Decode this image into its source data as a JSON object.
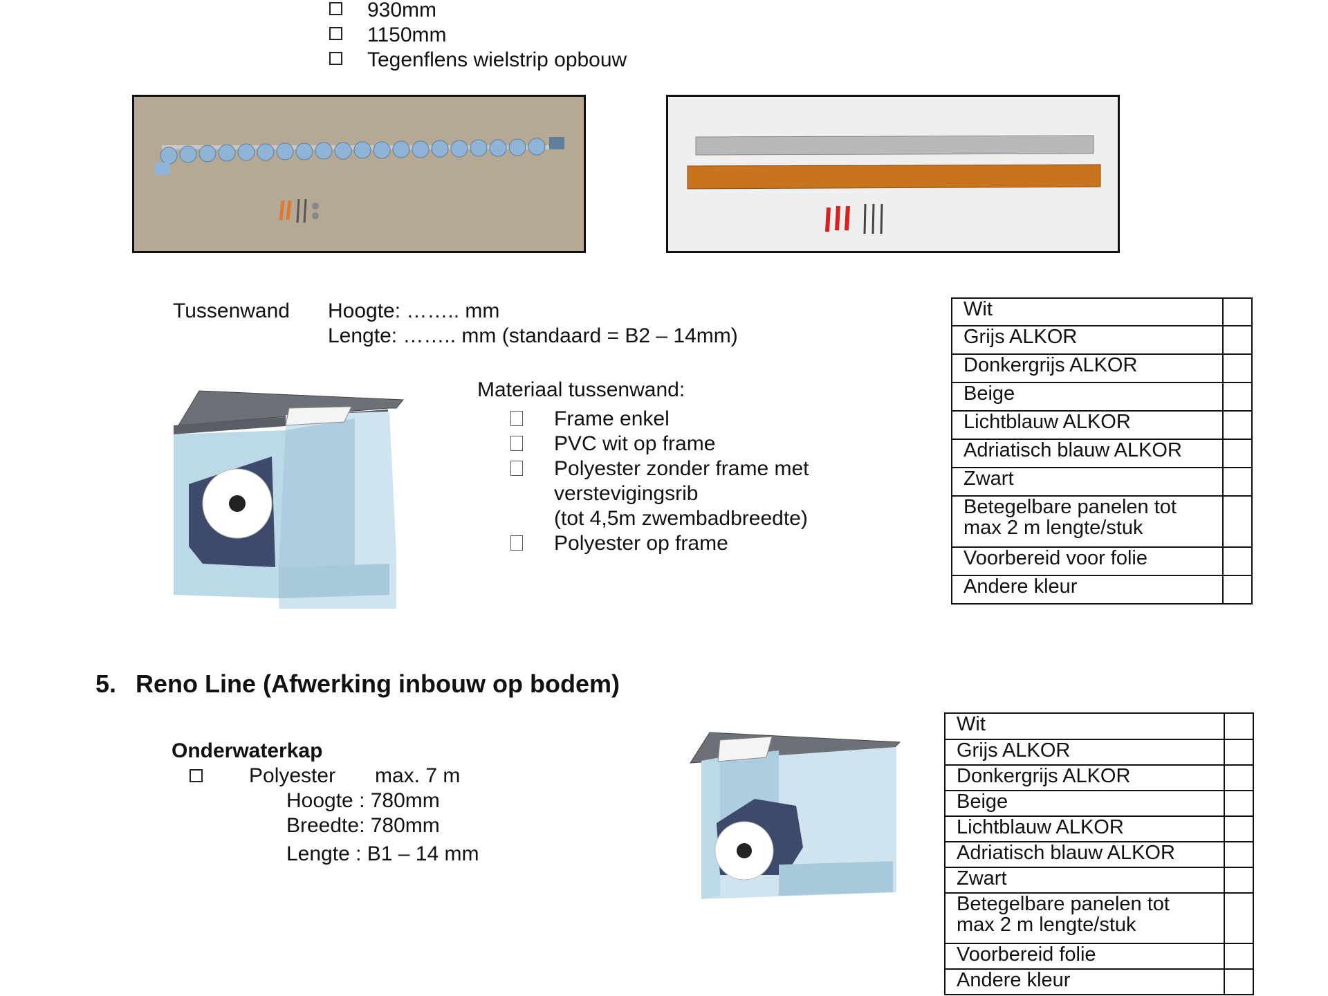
{
  "top_options": [
    "930mm",
    "1150mm",
    "Tegenflens wielstrip opbouw"
  ],
  "tussenwand": {
    "label": "Tussenwand",
    "hoogte": "Hoogte: …….. mm",
    "lengte": "Lengte:  …….. mm (standaard = B2 – 14mm)",
    "materiaal_title": "Materiaal tussenwand:",
    "materiaal_options": [
      "Frame enkel",
      "PVC wit op frame",
      "Polyester zonder frame met",
      "verstevigingsrib",
      "(tot 4,5m zwembadbreedte)",
      "Polyester op frame"
    ]
  },
  "colors_table_1": [
    "Wit",
    "Grijs ALKOR",
    "Donkergrijs ALKOR",
    "Beige",
    "Lichtblauw ALKOR",
    "Adriatisch blauw ALKOR",
    "Zwart",
    "Betegelbare panelen tot",
    "max 2 m lengte/stuk",
    "Voorbereid  voor folie",
    "Andere kleur"
  ],
  "section5": {
    "number": "5.",
    "title": "Reno Line (Afwerking inbouw op bodem)",
    "subtitle": "Onderwaterkap",
    "option": "Polyester",
    "max": "max. 7 m",
    "hoogte": "Hoogte : 780mm",
    "breedte": "Breedte: 780mm",
    "lengte": "Lengte : B1 – 14 mm"
  },
  "colors_table_2": [
    "Wit",
    "Grijs ALKOR",
    "Donkergrijs ALKOR",
    "Beige",
    "Lichtblauw ALKOR",
    "Adriatisch blauw ALKOR",
    "Zwart",
    "Betegelbare panelen tot",
    "max 2 m lengte/stuk",
    "Voorbereid folie",
    "Andere kleur"
  ],
  "colors": {
    "pool_light": "#bcd9e8",
    "pool_dark": "#3d4a6b",
    "tile": "#6c7177"
  }
}
